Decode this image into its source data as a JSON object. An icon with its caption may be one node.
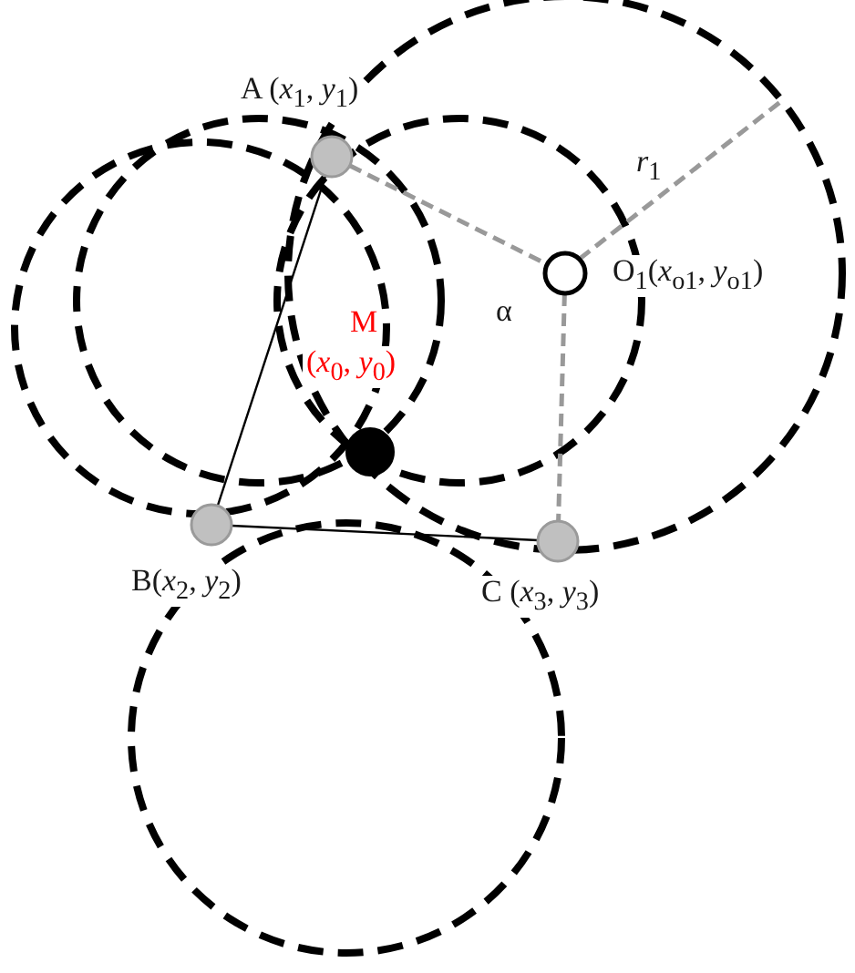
{
  "diagram": {
    "nodes": [
      {
        "text": [],
        "shape": "circle",
        "beside": [
          "A (*x*$_{1}$, *y*$_{1}$)"
        ]
      },
      {
        "text": [],
        "shape": "circle",
        "beside": [
          "O$_{1}$(*x*$_{o1}$, *y*$_{o1}$)"
        ]
      },
      {
        "text": [],
        "shape": "circle",
        "beside": [
          "M",
          "(*x*$_{0}$, *y*$_{0}$)"
        ]
      },
      {
        "text": [],
        "shape": "circle",
        "beside": [
          "B(*x*$_{2}$, *y*$_{2}$)"
        ]
      },
      {
        "text": [],
        "shape": "circle",
        "beside": [
          "C (*x*$_{3}$, *y*$_{3}$)"
        ]
      }
    ],
    "edges": [
      {
        "from": 0,
        "to": 3,
        "arrow": "none"
      },
      {
        "from": 3,
        "to": 4,
        "arrow": "none"
      },
      {
        "from": 0,
        "to": 1,
        "arrow": "none",
        "style": "dashed",
        "color": "#999999"
      },
      {
        "from": 1,
        "to": 4,
        "arrow": "none",
        "style": "dashed",
        "color": "#999999"
      }
    ],
    "labels": [
      "*r*$_{1}$",
      "α"
    ]
  }
}
